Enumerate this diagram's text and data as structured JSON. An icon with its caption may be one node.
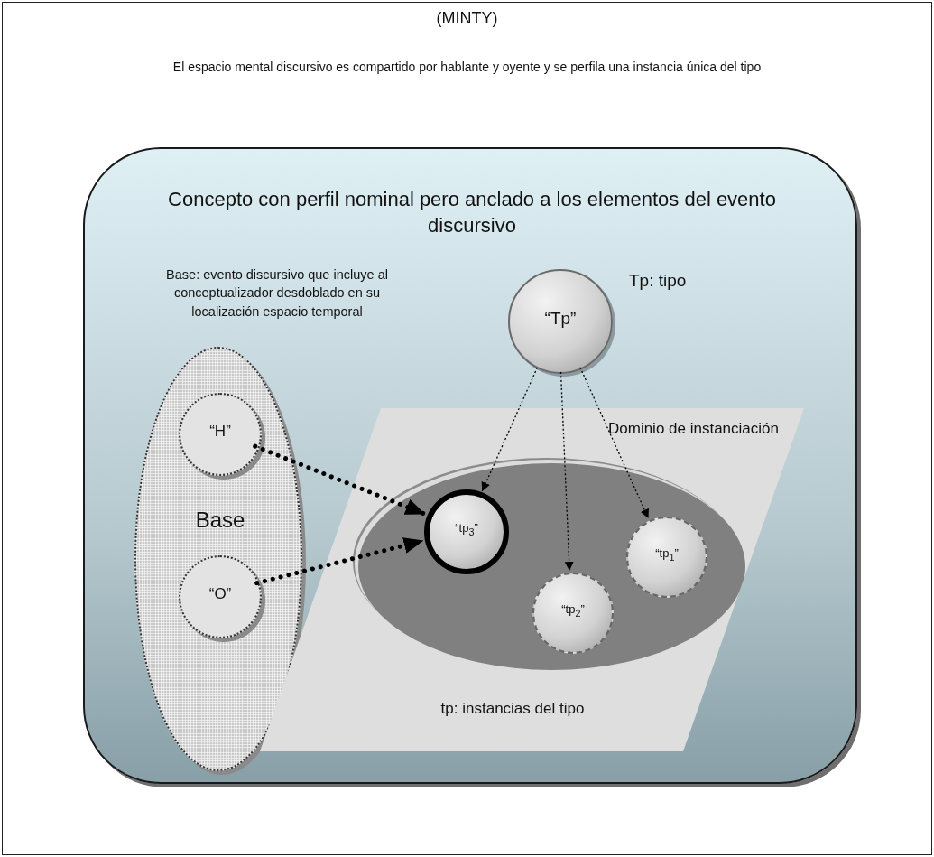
{
  "diagram": {
    "title": "(MINTY)",
    "labels": [
      "El espacio mental discursivo es compartido por hablante y oyente y se perfila una instancia única del tipo"
    ],
    "nodes": [
      {
        "text": [
          "Concepto con perfil nominal pero anclado a los elementos del evento discursivo"
        ]
      },
      {
        "text": [
          "Base"
        ],
        "beside": [
          "Base: evento discursivo que incluye al conceptualizador desdoblado en su localización espacio temporal"
        ],
        "in": 0
      },
      {
        "text": [
          "“H”"
        ],
        "in": 1
      },
      {
        "text": [
          "“O”"
        ],
        "in": 1
      },
      {
        "text": [
          "“Tp”"
        ],
        "beside": [
          "Tp: tipo"
        ],
        "in": 0
      },
      {
        "text": [
          "Dominio de instanciación",
          "tp: instancias del tipo"
        ],
        "in": 0
      },
      {
        "text": [],
        "shape": "ellipse",
        "in": 5
      },
      {
        "text": [
          "“tp$_{3}$”"
        ],
        "in": 6
      },
      {
        "text": [
          "“tp$_{2}$”"
        ],
        "in": 6
      },
      {
        "text": [
          "“tp$_{1}$”"
        ],
        "in": 6
      }
    ],
    "edges": [
      {
        "from": 2,
        "to": 7,
        "arrow": "to",
        "style": "dashed"
      },
      {
        "from": 3,
        "to": 7,
        "arrow": "to",
        "style": "dashed"
      },
      {
        "from": 4,
        "to": 7,
        "arrow": "to",
        "style": "dashed"
      },
      {
        "from": 4,
        "to": 8,
        "arrow": "to",
        "style": "dashed"
      },
      {
        "from": 4,
        "to": 9,
        "arrow": "to",
        "style": "dashed"
      }
    ]
  }
}
